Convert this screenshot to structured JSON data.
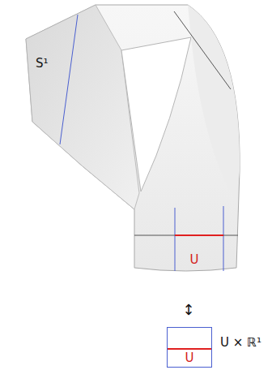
{
  "diagram": {
    "nodes": [
      {
        "text": [
          "U"
        ]
      }
    ],
    "labels": [
      "S¹",
      "U",
      "↕",
      "U × ℝ¹"
    ]
  }
}
